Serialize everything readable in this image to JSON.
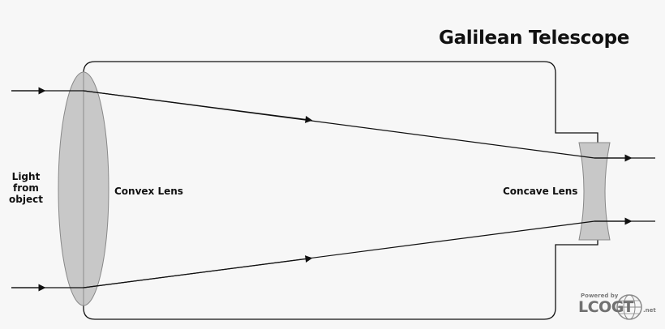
{
  "title": "Galilean Telescope",
  "source_label": [
    "Light",
    "from",
    "object"
  ],
  "convex_lens_label": "Convex Lens",
  "concave_lens_label": "Concave Lens",
  "logo": {
    "top_text": "Powered by",
    "main_text": "LCOGT",
    "suffix_text": ".net"
  },
  "colors": {
    "background": "#f7f7f7",
    "lens_fill": "#c8c8c8",
    "outline": "#111111",
    "logo_gray": "#707070"
  }
}
